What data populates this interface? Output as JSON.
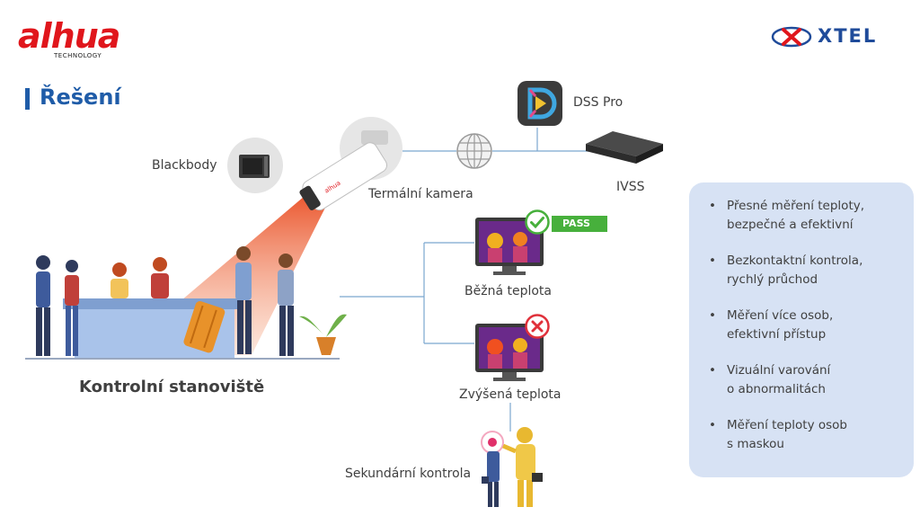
{
  "branding": {
    "dahua_logo": "alhua",
    "dahua_sub": "TECHNOLOGY",
    "xtel_logo": "XTEL"
  },
  "title": "Řešení",
  "diagram": {
    "blackbody": "Blackbody",
    "thermal_camera": "Termální kamera",
    "dss_pro": "DSS Pro",
    "ivss": "IVSS",
    "normal_temp": "Běžná teplota",
    "pass_badge": "PASS",
    "elevated_temp": "Zvýšená teplota",
    "checkpoint": "Kontrolní stanoviště",
    "secondary_check": "Sekundární kontrola"
  },
  "benefits": [
    {
      "line1": "Přesné měření teploty,",
      "line2": "bezpečné a efektivní"
    },
    {
      "line1": "Bezkontaktní kontrola,",
      "line2": "rychlý průchod"
    },
    {
      "line1": "Měření více osob,",
      "line2": "efektivní přístup"
    },
    {
      "line1": "Vizuální varování",
      "line2": "o abnormalitách"
    },
    {
      "line1": "Měření teploty osob",
      "line2": "s maskou"
    }
  ],
  "colors": {
    "brand_red": "#e0161c",
    "brand_blue": "#1f5ca8",
    "pass_green": "#47b03c",
    "alert_red": "#e0303a",
    "panel_bg": "#d7e2f4",
    "connector": "#7aa6cf"
  }
}
